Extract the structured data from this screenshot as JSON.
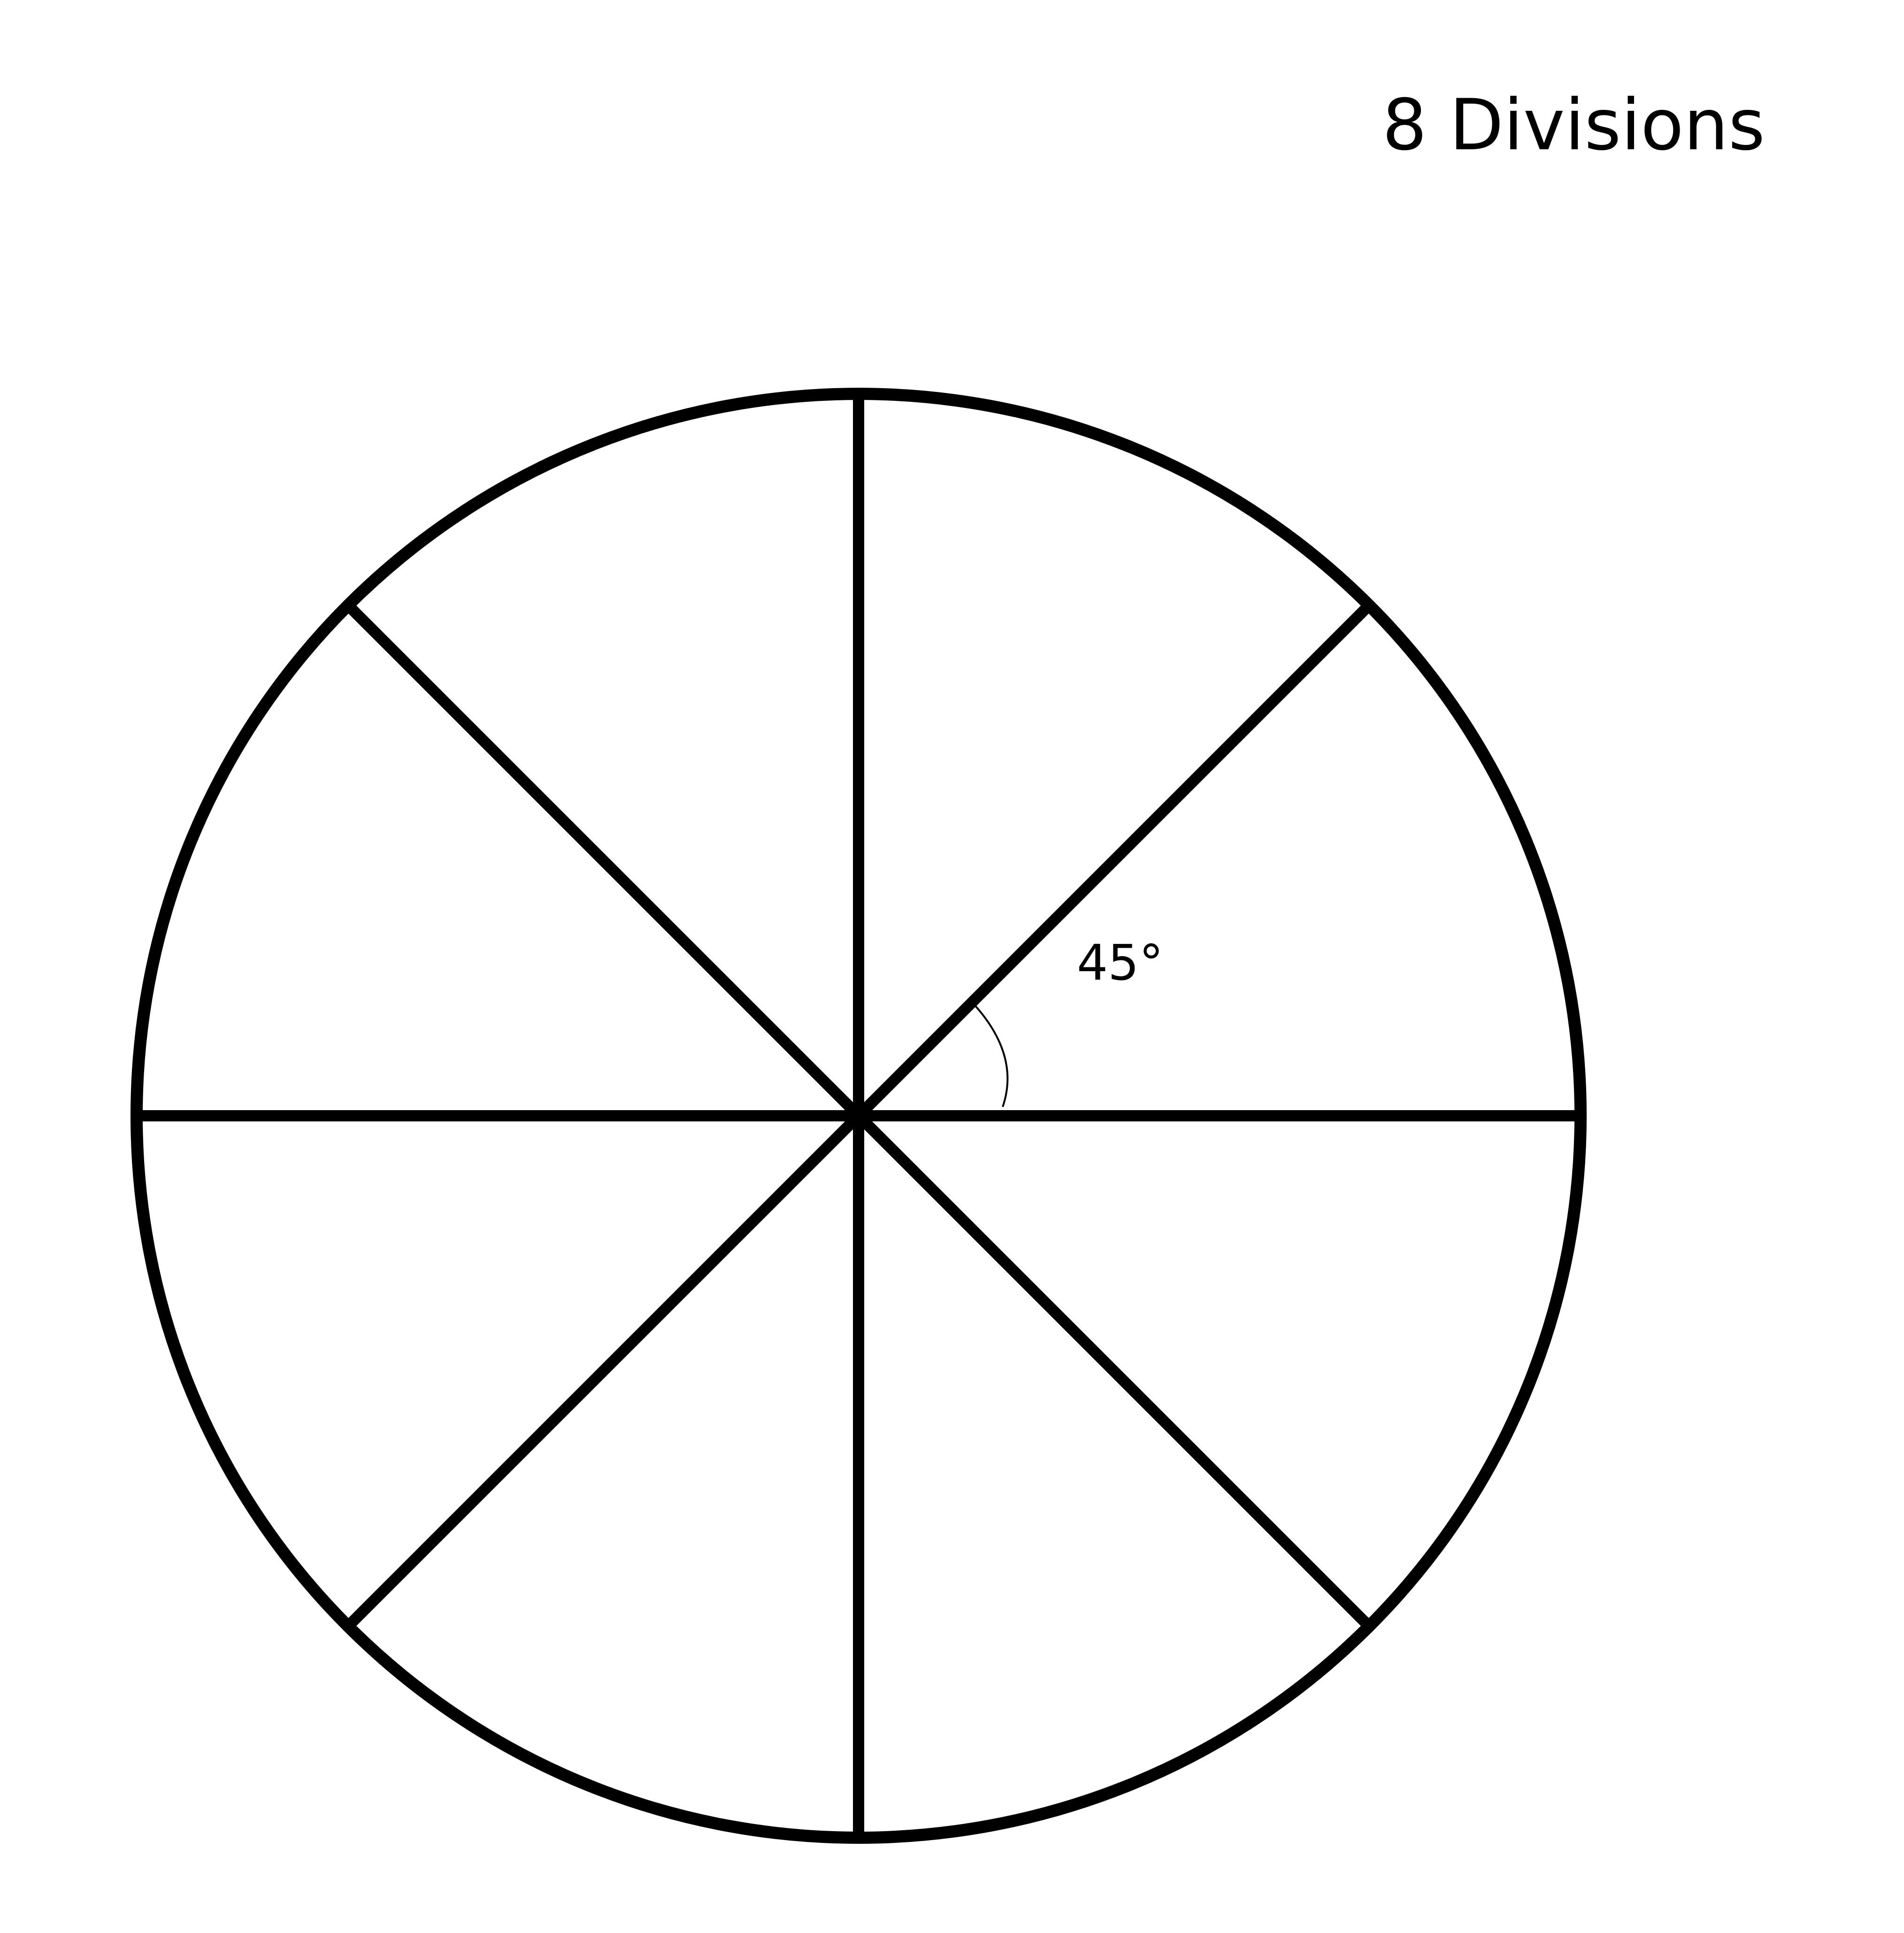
{
  "title": "8 Divisions",
  "angle_label": "45°",
  "diagram": {
    "shape": "circle",
    "divisions": 8,
    "angle_degrees": 45,
    "line_color": "#000000",
    "background_color": "#ffffff"
  }
}
